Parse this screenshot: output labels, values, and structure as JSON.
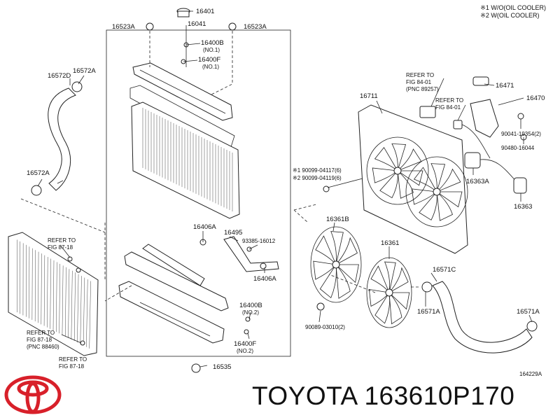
{
  "brand": "TOYOTA",
  "part_number": "163610P170",
  "footer_title": "TOYOTA 163610P170",
  "figure_code": "164229A",
  "notes": [
    "※1 W/O(OIL COOLER)",
    "※2 W(OIL COOLER)"
  ],
  "colors": {
    "logo_red": "#d8202a",
    "line": "#222222"
  },
  "labels": {
    "p16401": "16401",
    "p16523A_l": "16523A",
    "p16041": "16041",
    "p16523A_r": "16523A",
    "p16400B_top": "16400B",
    "no1_a": "(NO.1)",
    "p16400F_top": "16400F",
    "no1_b": "(NO.1)",
    "p16572D": "16572D",
    "p16572A_top": "16572A",
    "p16572A_low": "16572A",
    "p16711": "16711",
    "refer_84_01_a1": "REFER TO",
    "refer_84_01_a2": "FIG 84-01",
    "refer_84_01_a3": "(PNC 89257)",
    "refer_84_01_b1": "REFER TO",
    "refer_84_01_b2": "FIG 84-01",
    "p16471": "16471",
    "p16470": "16470",
    "p90041": "90041-19354(2)",
    "p90480": "90480-16044",
    "p90099_1": "※1 90099-04117(6)",
    "p90099_2": "※2 90099-04119(6)",
    "p16363A": "16363A",
    "p16363": "16363",
    "p16406A_top": "16406A",
    "p16495": "16495",
    "p93385": "93385-16012",
    "p16406A_low": "16406A",
    "p16361B": "16361B",
    "p16361": "16361",
    "p16571C": "16571C",
    "p16571A_l": "16571A",
    "p16571A_r": "16571A",
    "refer_87_18_a1": "REFER TO",
    "refer_87_18_a2": "FIG 87-18",
    "refer_87_18_b1": "REFER TO",
    "refer_87_18_b2": "FIG 87-18",
    "refer_87_18_b3": "(PNC 88460)",
    "refer_87_18_c1": "REFER TO",
    "refer_87_18_c2": "FIG 87-18",
    "p16400B_low": "16400B",
    "no2_a": "(NO.2)",
    "p16400F_low": "16400F",
    "no2_b": "(NO.2)",
    "p90089": "90089-03010(2)",
    "p16535": "16535"
  }
}
